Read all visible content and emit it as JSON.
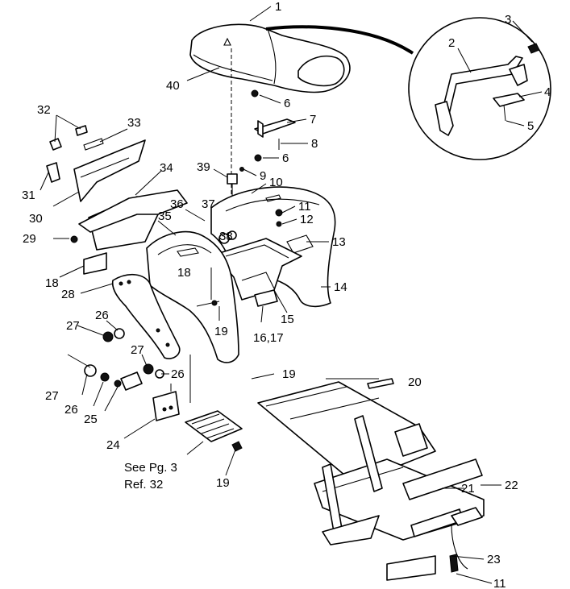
{
  "diagram": {
    "callouts": [
      {
        "id": "c1",
        "label": "1"
      },
      {
        "id": "c2",
        "label": "2"
      },
      {
        "id": "c3",
        "label": "3"
      },
      {
        "id": "c4",
        "label": "4"
      },
      {
        "id": "c5",
        "label": "5"
      },
      {
        "id": "c6a",
        "label": "6"
      },
      {
        "id": "c6b",
        "label": "6"
      },
      {
        "id": "c7",
        "label": "7"
      },
      {
        "id": "c8",
        "label": "8"
      },
      {
        "id": "c9",
        "label": "9"
      },
      {
        "id": "c10",
        "label": "10"
      },
      {
        "id": "c11a",
        "label": "11"
      },
      {
        "id": "c11b",
        "label": "11"
      },
      {
        "id": "c12",
        "label": "12"
      },
      {
        "id": "c13",
        "label": "13"
      },
      {
        "id": "c14",
        "label": "14"
      },
      {
        "id": "c15",
        "label": "15"
      },
      {
        "id": "c16",
        "label": "16,17"
      },
      {
        "id": "c18a",
        "label": "18"
      },
      {
        "id": "c18b",
        "label": "18"
      },
      {
        "id": "c19a",
        "label": "19"
      },
      {
        "id": "c19b",
        "label": "19"
      },
      {
        "id": "c19c",
        "label": "19"
      },
      {
        "id": "c20",
        "label": "20"
      },
      {
        "id": "c21",
        "label": "21"
      },
      {
        "id": "c22",
        "label": "22"
      },
      {
        "id": "c23",
        "label": "23"
      },
      {
        "id": "c24",
        "label": "24"
      },
      {
        "id": "c25",
        "label": "25"
      },
      {
        "id": "c26a",
        "label": "26"
      },
      {
        "id": "c26b",
        "label": "26"
      },
      {
        "id": "c26c",
        "label": "26"
      },
      {
        "id": "c27a",
        "label": "27"
      },
      {
        "id": "c27b",
        "label": "27"
      },
      {
        "id": "c27c",
        "label": "27"
      },
      {
        "id": "c28",
        "label": "28"
      },
      {
        "id": "c29",
        "label": "29"
      },
      {
        "id": "c30",
        "label": "30"
      },
      {
        "id": "c31",
        "label": "31"
      },
      {
        "id": "c32",
        "label": "32"
      },
      {
        "id": "c33",
        "label": "33"
      },
      {
        "id": "c34",
        "label": "34"
      },
      {
        "id": "c35",
        "label": "35"
      },
      {
        "id": "c36",
        "label": "36"
      },
      {
        "id": "c37",
        "label": "37"
      },
      {
        "id": "c38",
        "label": "38"
      },
      {
        "id": "c39",
        "label": "39"
      },
      {
        "id": "c40",
        "label": "40"
      }
    ],
    "note_line1": "See Pg. 3",
    "note_line2": "Ref. 32"
  }
}
